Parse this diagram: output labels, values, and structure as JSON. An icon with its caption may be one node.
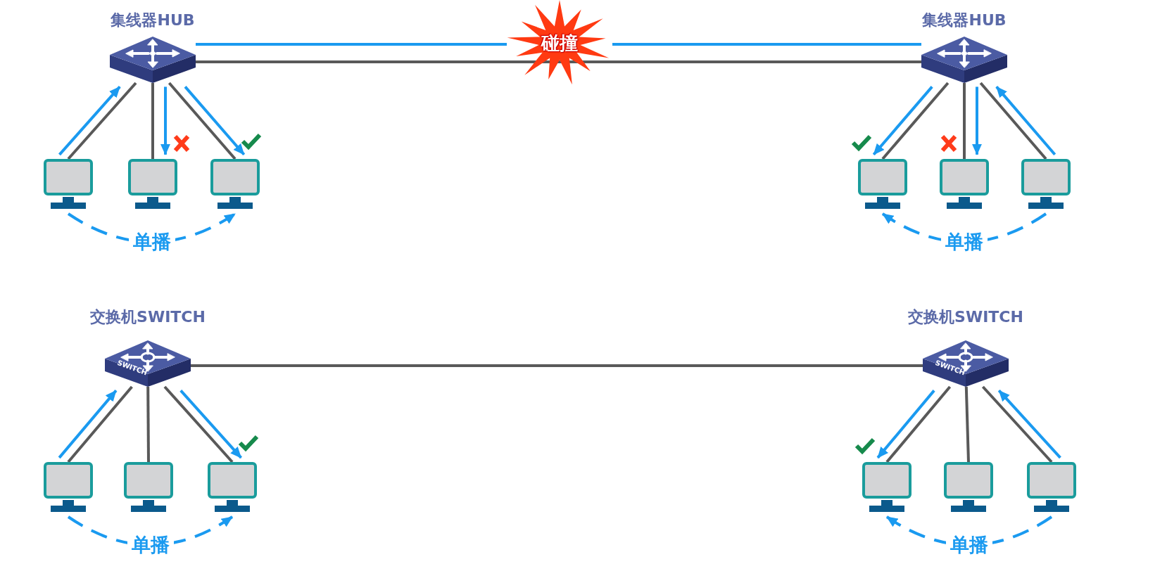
{
  "diagram": {
    "nodes": [
      {
        "text": [
          "集线器HUB"
        ]
      },
      {
        "text": [],
        "shape": "computer"
      },
      {
        "text": [],
        "shape": "computer"
      },
      {
        "text": [],
        "shape": "computer"
      },
      {
        "text": [
          "碰撞"
        ]
      },
      {
        "text": [
          "集线器HUB"
        ]
      },
      {
        "text": [],
        "shape": "computer"
      },
      {
        "text": [],
        "shape": "computer"
      },
      {
        "text": [],
        "shape": "computer"
      },
      {
        "text": [
          "交换机SWITCH",
          "SWITCH"
        ]
      },
      {
        "text": [],
        "shape": "computer"
      },
      {
        "text": [],
        "shape": "computer"
      },
      {
        "text": [],
        "shape": "computer"
      },
      {
        "text": [
          "交换机SWITCH",
          "SWITCH"
        ]
      },
      {
        "text": [],
        "shape": "computer"
      },
      {
        "text": [],
        "shape": "computer"
      },
      {
        "text": [],
        "shape": "computer"
      }
    ],
    "edges": [
      {
        "from": 0,
        "to": 1,
        "arrow": "none",
        "color": "#595959"
      },
      {
        "from": 0,
        "to": 2,
        "arrow": "none",
        "color": "#595959"
      },
      {
        "from": 0,
        "to": 3,
        "arrow": "none",
        "color": "#595959"
      },
      {
        "from": 0,
        "to": 5,
        "arrow": "none",
        "color": "#595959"
      },
      {
        "from": 1,
        "to": 0,
        "arrow": "to"
      },
      {
        "from": 0,
        "to": 2,
        "arrow": "to"
      },
      {
        "from": 0,
        "to": 3,
        "arrow": "to"
      },
      {
        "from": 0,
        "to": 4,
        "arrow": "none"
      },
      {
        "from": 4,
        "to": 5,
        "arrow": "none"
      },
      {
        "from": 1,
        "to": 3,
        "arrow": "to",
        "style": "dashed",
        "label": "单播"
      },
      {
        "from": 5,
        "to": 6,
        "arrow": "none",
        "color": "#595959"
      },
      {
        "from": 5,
        "to": 7,
        "arrow": "none",
        "color": "#595959"
      },
      {
        "from": 5,
        "to": 8,
        "arrow": "none",
        "color": "#595959"
      },
      {
        "from": 5,
        "to": 6,
        "arrow": "to"
      },
      {
        "from": 5,
        "to": 7,
        "arrow": "to"
      },
      {
        "from": 8,
        "to": 5,
        "arrow": "to"
      },
      {
        "from": 8,
        "to": 6,
        "arrow": "to",
        "style": "dashed",
        "label": "单播"
      },
      {
        "from": 9,
        "to": 10,
        "arrow": "none",
        "color": "#595959"
      },
      {
        "from": 9,
        "to": 11,
        "arrow": "none",
        "color": "#595959"
      },
      {
        "from": 9,
        "to": 12,
        "arrow": "none",
        "color": "#595959"
      },
      {
        "from": 9,
        "to": 13,
        "arrow": "none",
        "color": "#595959"
      },
      {
        "from": 10,
        "to": 9,
        "arrow": "to"
      },
      {
        "from": 9,
        "to": 12,
        "arrow": "to"
      },
      {
        "from": 10,
        "to": 12,
        "arrow": "to",
        "style": "dashed",
        "label": "单播"
      },
      {
        "from": 13,
        "to": 14,
        "arrow": "none",
        "color": "#595959"
      },
      {
        "from": 13,
        "to": 15,
        "arrow": "none",
        "color": "#595959"
      },
      {
        "from": 13,
        "to": 16,
        "arrow": "none",
        "color": "#595959"
      },
      {
        "from": 13,
        "to": 14,
        "arrow": "to"
      },
      {
        "from": 16,
        "to": 13,
        "arrow": "to"
      },
      {
        "from": 16,
        "to": 14,
        "arrow": "to",
        "style": "dashed",
        "label": "单播"
      }
    ]
  }
}
